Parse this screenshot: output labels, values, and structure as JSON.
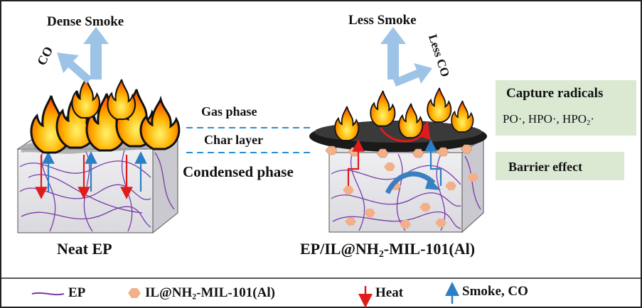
{
  "labels": {
    "dense_smoke": "Dense Smoke",
    "co_left": "CO",
    "less_smoke": "Less Smoke",
    "less_co": "Less CO",
    "gas_phase": "Gas phase",
    "char_layer": "Char layer",
    "condensed_phase": "Condensed phase",
    "neat_ep": "Neat EP",
    "ep_il_prefix": "EP/IL@NH",
    "ep_il_sub": "2",
    "ep_il_suffix": "-MIL-101(Al)",
    "capture_radicals": "Capture radicals",
    "radicals_main": "PO·, HPO·, HPO",
    "radicals_sub": "2",
    "radicals_end": "·",
    "barrier_effect": "Barrier effect"
  },
  "legend": {
    "ep": "EP",
    "il_prefix": "IL@NH",
    "il_sub": "2",
    "il_suffix": "-MIL-101(Al)",
    "heat": "Heat",
    "smoke_co": "Smoke, CO"
  },
  "colors": {
    "matrix_line": "#7a3aa8",
    "particle": "#f2b08a",
    "heat_arrow": "#e01b1b",
    "smoke_arrow": "#2b7fc7",
    "big_arrow": "#9dc3e6",
    "phase_dash": "#2b8fd1",
    "green_box": "#dbe9d3"
  }
}
